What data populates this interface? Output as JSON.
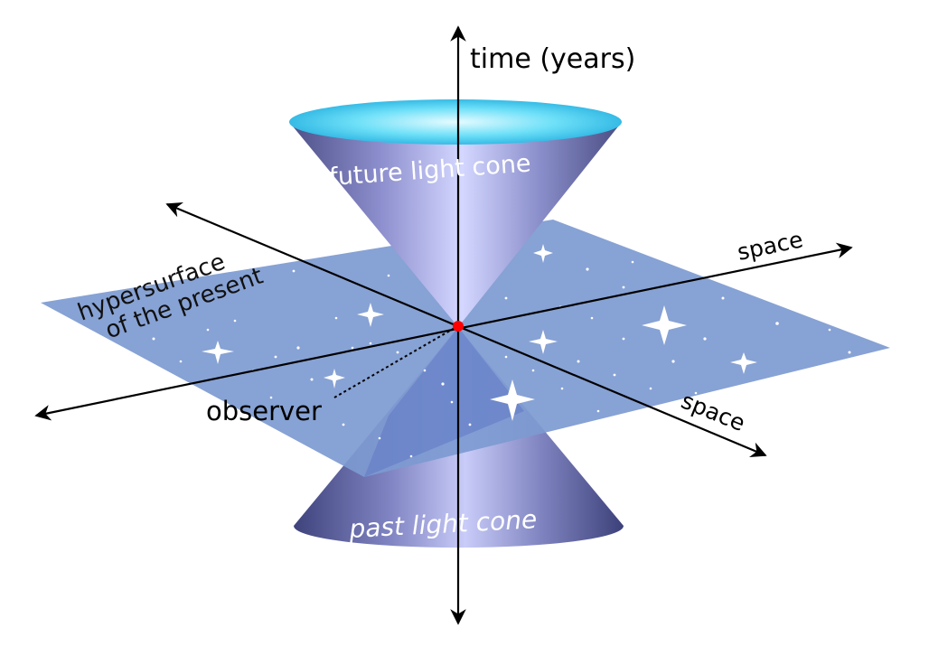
{
  "labels": {
    "time_axis": "time (years)",
    "space_right": "space",
    "space_bottom": "space",
    "future_cone": "future light cone",
    "past_cone": "past light cone",
    "hypersurface_line1": "hypersurface",
    "hypersurface_line2": "of the present",
    "observer": "observer"
  },
  "colors": {
    "plane": "#7d9ad0",
    "cone_rim": "#36c8ee",
    "observer_dot": "#ff0000",
    "axis": "#000000"
  }
}
